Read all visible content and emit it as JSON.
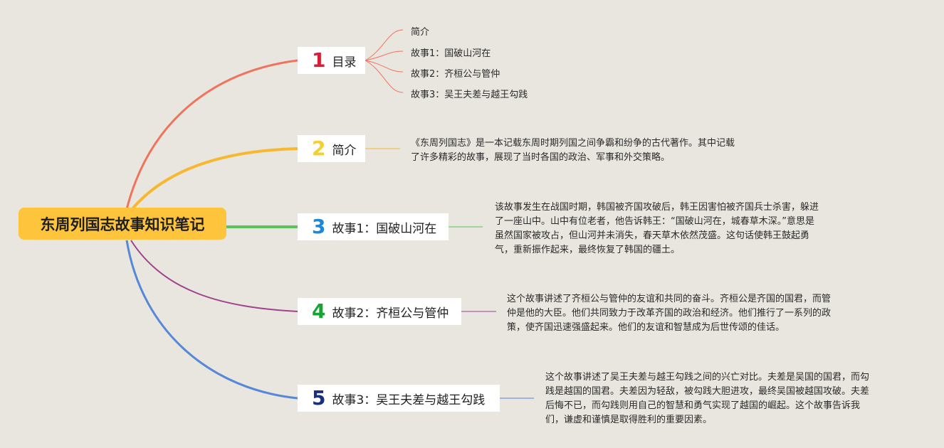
{
  "root": {
    "title": "东周列国志故事知识笔记"
  },
  "branches": [
    {
      "num": "1",
      "label": "目录",
      "color": "#f0735e",
      "num_color": "#d61f36"
    },
    {
      "num": "2",
      "label": "简介",
      "color": "#f7b731",
      "num_color": "#f5cf2e"
    },
    {
      "num": "3",
      "label": "故事1：国破山河在",
      "color": "#5cc15c",
      "num_color": "#1e88d6"
    },
    {
      "num": "4",
      "label": "故事2：齐桓公与管仲",
      "color": "#a0428d",
      "num_color": "#19a337"
    },
    {
      "num": "5",
      "label": "故事3：吴王夫差与越王勾践",
      "color": "#5588d8",
      "num_color": "#1b2f80"
    }
  ],
  "toc": [
    "简介",
    "故事1：国破山河在",
    "故事2：齐桓公与管仲",
    "故事3：吴王夫差与越王勾践"
  ],
  "notes": {
    "intro": "《东周列国志》是一本记载东周时期列国之间争霸和纷争的古代著作。其中记载\n了许多精彩的故事，展现了当时各国的政治、军事和外交策略。",
    "story1": "该故事发生在战国时期，韩国被齐国攻破后，韩王因害怕被齐国兵士杀害，躲进\n了一座山中。山中有位老者，他告诉韩王：“国破山河在，城春草木深。”意思是\n虽然国家被攻占，但山河并未消失，春天草木依然茂盛。这句话使韩王鼓起勇\n气，重新振作起来，最终恢复了韩国的疆土。",
    "story2": "这个故事讲述了齐桓公与管仲的友谊和共同的奋斗。齐桓公是齐国的国君，而管\n仲是他的大臣。他们共同致力于改革齐国的政治和经济。他们推行了一系列的政\n策，使齐国迅速强盛起来。他们的友谊和智慧成为后世传颂的佳话。",
    "story3": "这个故事讲述了吴王夫差与越王勾践之间的兴亡对比。夫差是吴国的国君，而勾\n践是越国的国君。夫差因为轻敌，被勾践大胆进攻，最终吴国被越国攻破。夫差\n后悔不已，而勾践则用自己的智慧和勇气实现了越国的崛起。这个故事告诉我\n们，谦虚和谨慎是取得胜利的重要因素。"
  }
}
